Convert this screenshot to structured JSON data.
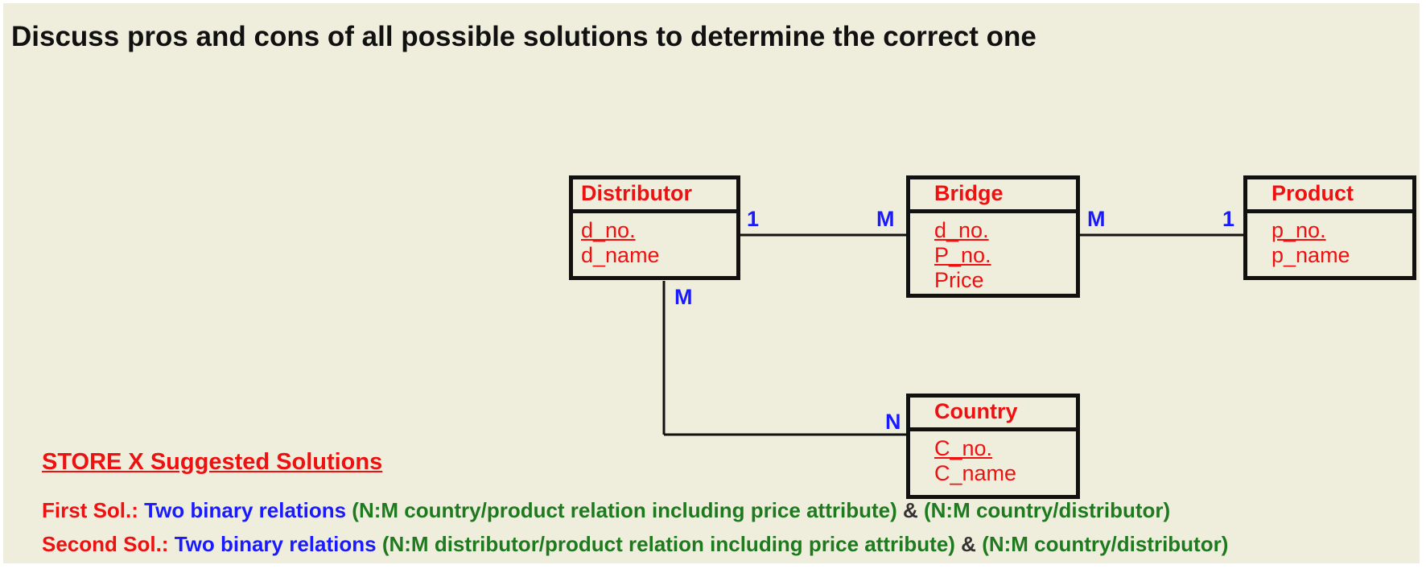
{
  "title": "Discuss pros and cons of all possible solutions to determine the correct one",
  "entities": {
    "distributor": {
      "name": "Distributor",
      "attrs": [
        "d_no.",
        "d_name"
      ]
    },
    "bridge": {
      "name": "Bridge",
      "attrs": [
        "d_no.",
        "P_no.",
        "Price"
      ]
    },
    "product": {
      "name": "Product",
      "attrs": [
        "p_no.",
        "p_name"
      ]
    },
    "country": {
      "name": "Country",
      "attrs": [
        "C_no.",
        "C_name"
      ]
    }
  },
  "cardinalities": {
    "distributor_bridge_left": "1",
    "distributor_bridge_right": "M",
    "bridge_product_left": "M",
    "bridge_product_right": "1",
    "distributor_country_top": "M",
    "distributor_country_right": "N"
  },
  "solutions": {
    "heading": "STORE X Suggested Solutions",
    "first": {
      "label": "First Sol.:",
      "type": "Two binary relations",
      "rel1": "(N:M country/product relation including price attribute)",
      "amp": "&",
      "rel2": "(N:M country/distributor)"
    },
    "second": {
      "label": "Second Sol.:",
      "type": "Two binary relations",
      "rel1": "(N:M distributor/product relation including price attribute)",
      "amp": "&",
      "rel2": "(N:M country/distributor)"
    }
  },
  "colors": {
    "background": "#efeedd",
    "entity_text": "#ee1111",
    "cardinality": "#1a1aff",
    "relation_text": "#1f7a1f"
  }
}
